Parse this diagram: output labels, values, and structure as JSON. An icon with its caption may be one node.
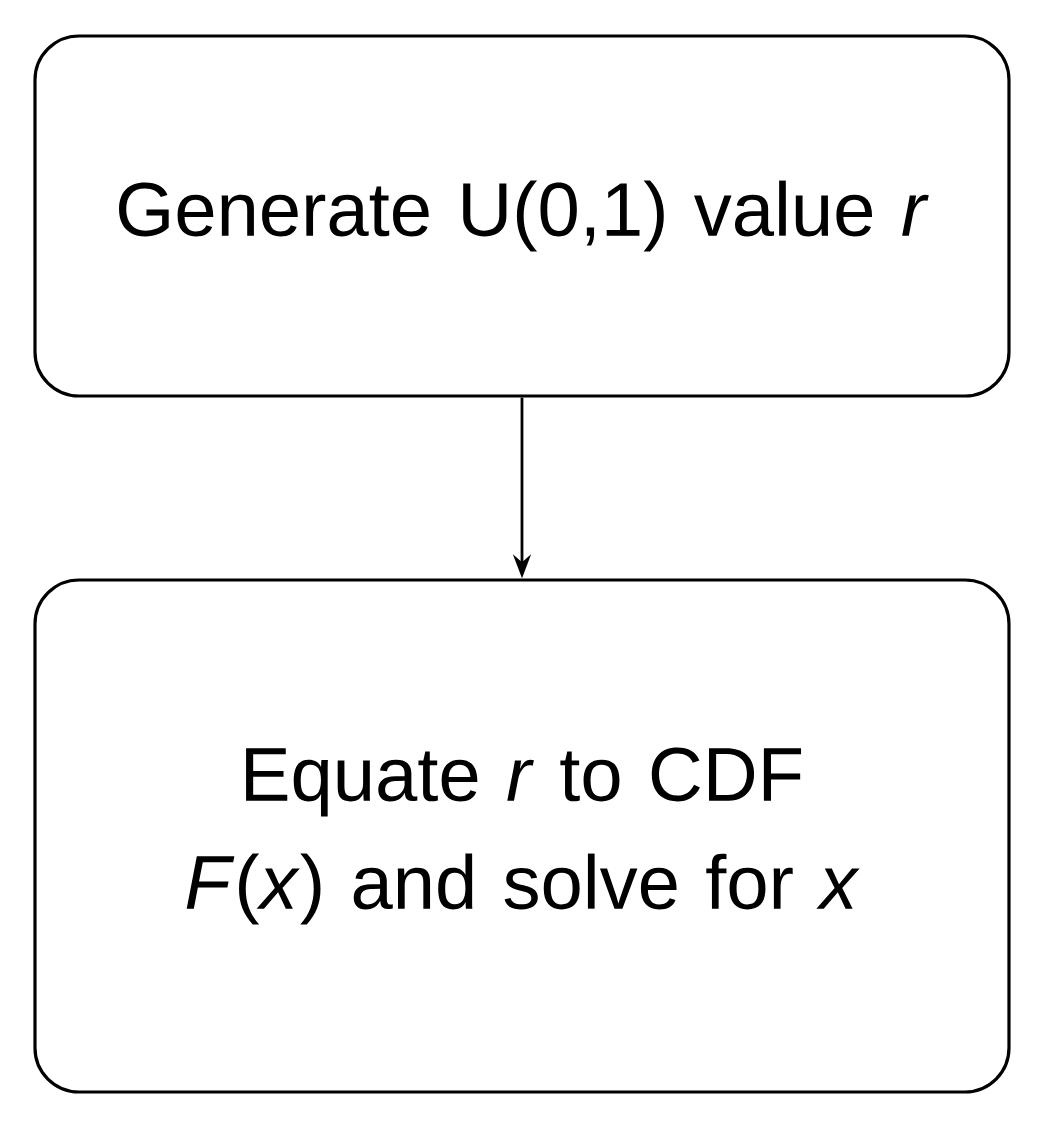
{
  "diagram": {
    "nodes": [
      {
        "text": [
          "Generate U(0,1) value *r*"
        ]
      },
      {
        "text": [
          "Equate *r* to CDF *F*(*x*) and solve for *x*"
        ]
      }
    ],
    "edges": [
      {
        "from": 0,
        "to": 1,
        "arrow": "to"
      }
    ]
  }
}
